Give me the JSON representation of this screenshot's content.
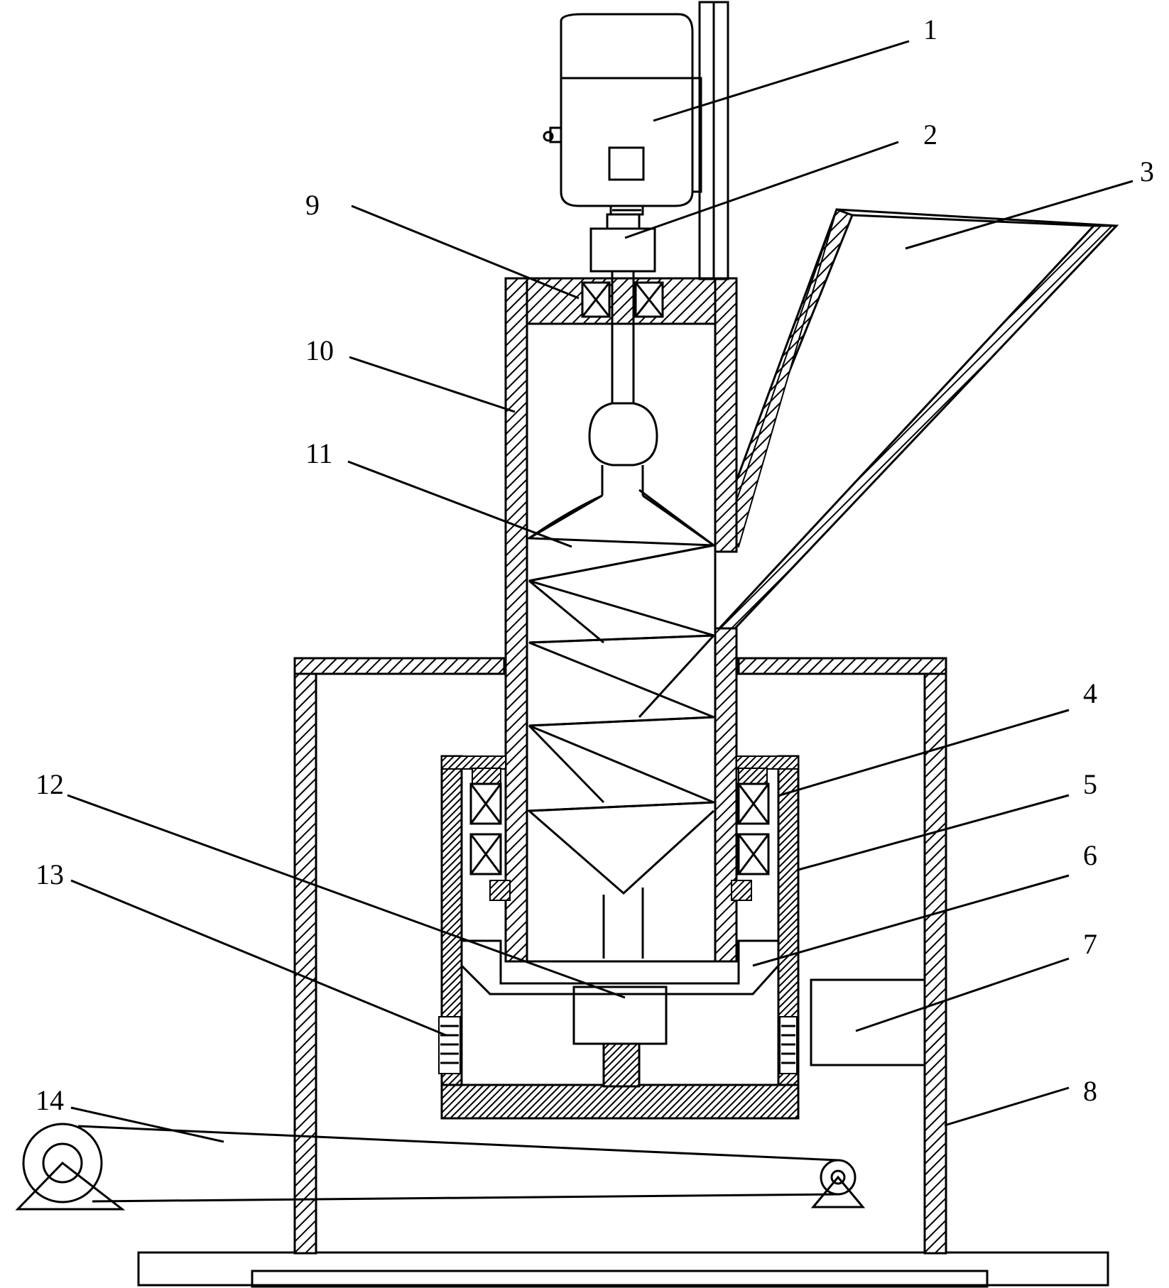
{
  "figure": {
    "type": "mechanical-schematic",
    "labels": {
      "1": "1",
      "2": "2",
      "3": "3",
      "4": "4",
      "5": "5",
      "6": "6",
      "7": "7",
      "8": "8",
      "9": "9",
      "10": "10",
      "11": "11",
      "12": "12",
      "13": "13",
      "14": "14"
    },
    "hatch_color": "#000000",
    "line_color": "#000000",
    "background": "#ffffff"
  }
}
